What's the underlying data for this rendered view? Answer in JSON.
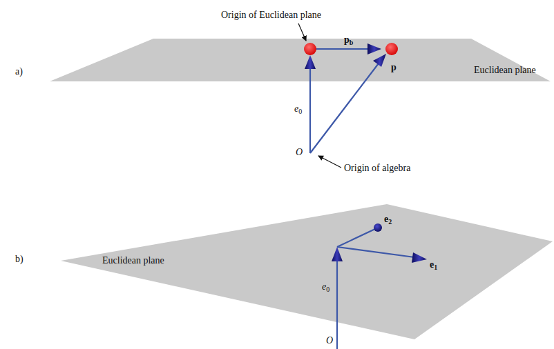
{
  "diagram": {
    "labels": [
      "Origin of Euclidean plane",
      "a)",
      "p",
      "pb",
      "Euclidean plane",
      "e0",
      "O",
      "Origin of algebra",
      "b)",
      "e2",
      "Euclidean plane",
      "e1",
      "e0",
      "O"
    ]
  }
}
